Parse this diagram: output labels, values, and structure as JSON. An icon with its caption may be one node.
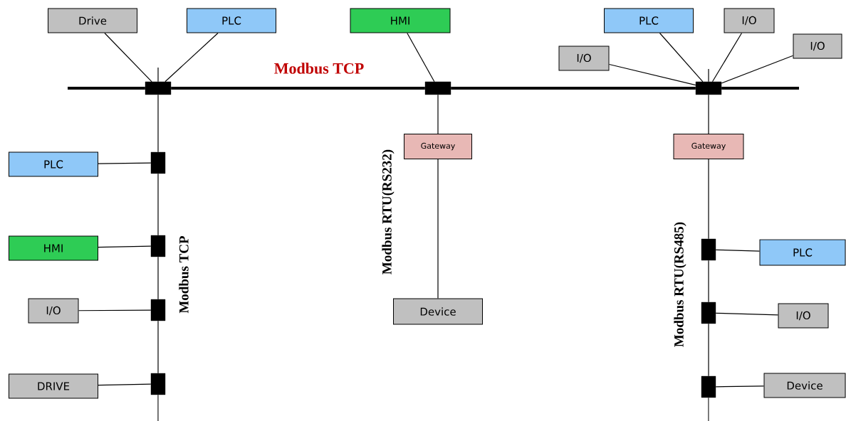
{
  "diagram": {
    "nodes": [
      {
        "text": [
          "Drive"
        ]
      },
      {
        "text": [
          "PLC"
        ]
      },
      {
        "text": [
          "HMI"
        ]
      },
      {
        "text": [
          "PLC"
        ]
      },
      {
        "text": [
          "I/O"
        ]
      },
      {
        "text": [
          "I/O"
        ]
      },
      {
        "text": [
          "I/O"
        ]
      },
      {
        "text": [],
        "shape": "box"
      },
      {
        "text": [],
        "shape": "box"
      },
      {
        "text": [],
        "shape": "box"
      },
      {
        "text": [
          "Gateway"
        ]
      },
      {
        "text": [
          "Gateway"
        ]
      },
      {
        "text": [
          "PLC"
        ]
      },
      {
        "text": [],
        "shape": "box"
      },
      {
        "text": [
          "HMI"
        ]
      },
      {
        "text": [],
        "shape": "box"
      },
      {
        "text": [
          "I/O"
        ]
      },
      {
        "text": [],
        "shape": "box"
      },
      {
        "text": [
          "DRIVE"
        ]
      },
      {
        "text": [],
        "shape": "box"
      },
      {
        "text": [
          "Device"
        ]
      },
      {
        "text": [],
        "shape": "box"
      },
      {
        "text": [
          "PLC"
        ]
      },
      {
        "text": [],
        "shape": "box"
      },
      {
        "text": [
          "I/O"
        ]
      },
      {
        "text": [],
        "shape": "box"
      },
      {
        "text": [
          "Device"
        ]
      }
    ],
    "edges": [
      {
        "from": 0,
        "to": 7,
        "arrow": "none"
      },
      {
        "from": 1,
        "to": 7,
        "arrow": "none"
      },
      {
        "from": 2,
        "to": 8,
        "arrow": "none"
      },
      {
        "from": 6,
        "to": 9,
        "arrow": "none"
      },
      {
        "from": 3,
        "to": 9,
        "arrow": "none"
      },
      {
        "from": 4,
        "to": 9,
        "arrow": "none"
      },
      {
        "from": 5,
        "to": 9,
        "arrow": "none"
      },
      {
        "from": null,
        "to": 7,
        "arrow": "none",
        "style": "thick"
      },
      {
        "from": 7,
        "to": 8,
        "arrow": "none",
        "style": "thick"
      },
      {
        "from": 8,
        "to": 9,
        "arrow": "none",
        "style": "thick"
      },
      {
        "from": 9,
        "to": null,
        "arrow": "none",
        "style": "thick"
      },
      {
        "from": null,
        "to": 7,
        "arrow": "none"
      },
      {
        "from": null,
        "to": 9,
        "arrow": "none"
      },
      {
        "from": 7,
        "to": 13,
        "arrow": "none"
      },
      {
        "from": 13,
        "to": 15,
        "arrow": "none"
      },
      {
        "from": 15,
        "to": 17,
        "arrow": "none"
      },
      {
        "from": 17,
        "to": 19,
        "arrow": "none"
      },
      {
        "from": 19,
        "to": null,
        "arrow": "none"
      },
      {
        "from": 12,
        "to": 13,
        "arrow": "none"
      },
      {
        "from": 14,
        "to": 15,
        "arrow": "none"
      },
      {
        "from": 16,
        "to": 17,
        "arrow": "none"
      },
      {
        "from": 18,
        "to": 19,
        "arrow": "none"
      },
      {
        "from": 8,
        "to": 10,
        "arrow": "none"
      },
      {
        "from": 10,
        "to": 20,
        "arrow": "none"
      },
      {
        "from": 9,
        "to": 11,
        "arrow": "none"
      },
      {
        "from": 11,
        "to": 21,
        "arrow": "none"
      },
      {
        "from": 21,
        "to": 23,
        "arrow": "none"
      },
      {
        "from": 23,
        "to": 25,
        "arrow": "none"
      },
      {
        "from": 25,
        "to": null,
        "arrow": "none"
      },
      {
        "from": 21,
        "to": 22,
        "arrow": "none"
      },
      {
        "from": 23,
        "to": 24,
        "arrow": "none"
      },
      {
        "from": 25,
        "to": 26,
        "arrow": "none"
      }
    ],
    "labels": [
      "Modbus TCP",
      "Modbus RTU(RS232)",
      "Modbus TCP",
      "Modbus RTU(RS485)"
    ]
  }
}
